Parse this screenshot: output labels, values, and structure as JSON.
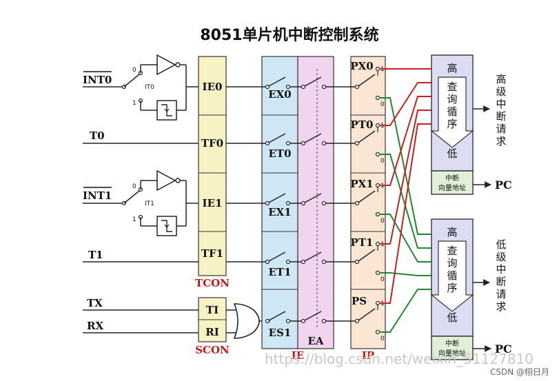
{
  "title": "8051单片机中断控制系统",
  "inputs": {
    "int0": "INT0",
    "t0": "T0",
    "int1": "INT1",
    "t1": "T1",
    "tx": "TX",
    "rx": "RX"
  },
  "it_switches": {
    "it0": "IT0",
    "it1": "IT1",
    "pos0": "0",
    "pos1": "1"
  },
  "tcon": {
    "flags": [
      "IE0",
      "TF0",
      "IE1",
      "TF1"
    ],
    "label": "TCON"
  },
  "scon": {
    "flags": [
      "TI",
      "RI"
    ],
    "label": "SCON"
  },
  "ie": {
    "enables": [
      "EX0",
      "ET0",
      "EX1",
      "ET1",
      "ES1"
    ],
    "ea": "EA",
    "label": "IE"
  },
  "ip": {
    "priorities": [
      "PX0",
      "PT0",
      "PX1",
      "PT1",
      "PS"
    ],
    "label": "IP",
    "out1": "1",
    "out0": "0"
  },
  "queue_high": {
    "top": "高",
    "mid": [
      "查",
      "询",
      "循",
      "序"
    ],
    "bottom": "低",
    "vector": [
      "中断",
      "向量地址"
    ],
    "request": [
      "高",
      "级",
      "中",
      "断",
      "请",
      "求"
    ],
    "pc": "PC"
  },
  "queue_low": {
    "top": "高",
    "mid": [
      "查",
      "询",
      "循",
      "序"
    ],
    "bottom": "低",
    "vector": [
      "中断",
      "向量地址"
    ],
    "request": [
      "低",
      "级",
      "中",
      "断",
      "请",
      "求"
    ],
    "pc": "PC"
  },
  "watermark": "https://blog.csdn.net/weixin_51127810",
  "credit": "CSDN @栩日月",
  "colors": {
    "tcon_fill": "#f7f2c4",
    "ie_fill": "#cfe6f5",
    "ea_fill": "#f1d5ee",
    "ip_fill": "#fbe6d4",
    "queue_fill": "#dcdcf3",
    "vector_fill": "#dff0d6",
    "high_wire": "#c81e1e",
    "low_wire": "#1b8a2a",
    "label_red": "#d21414"
  }
}
